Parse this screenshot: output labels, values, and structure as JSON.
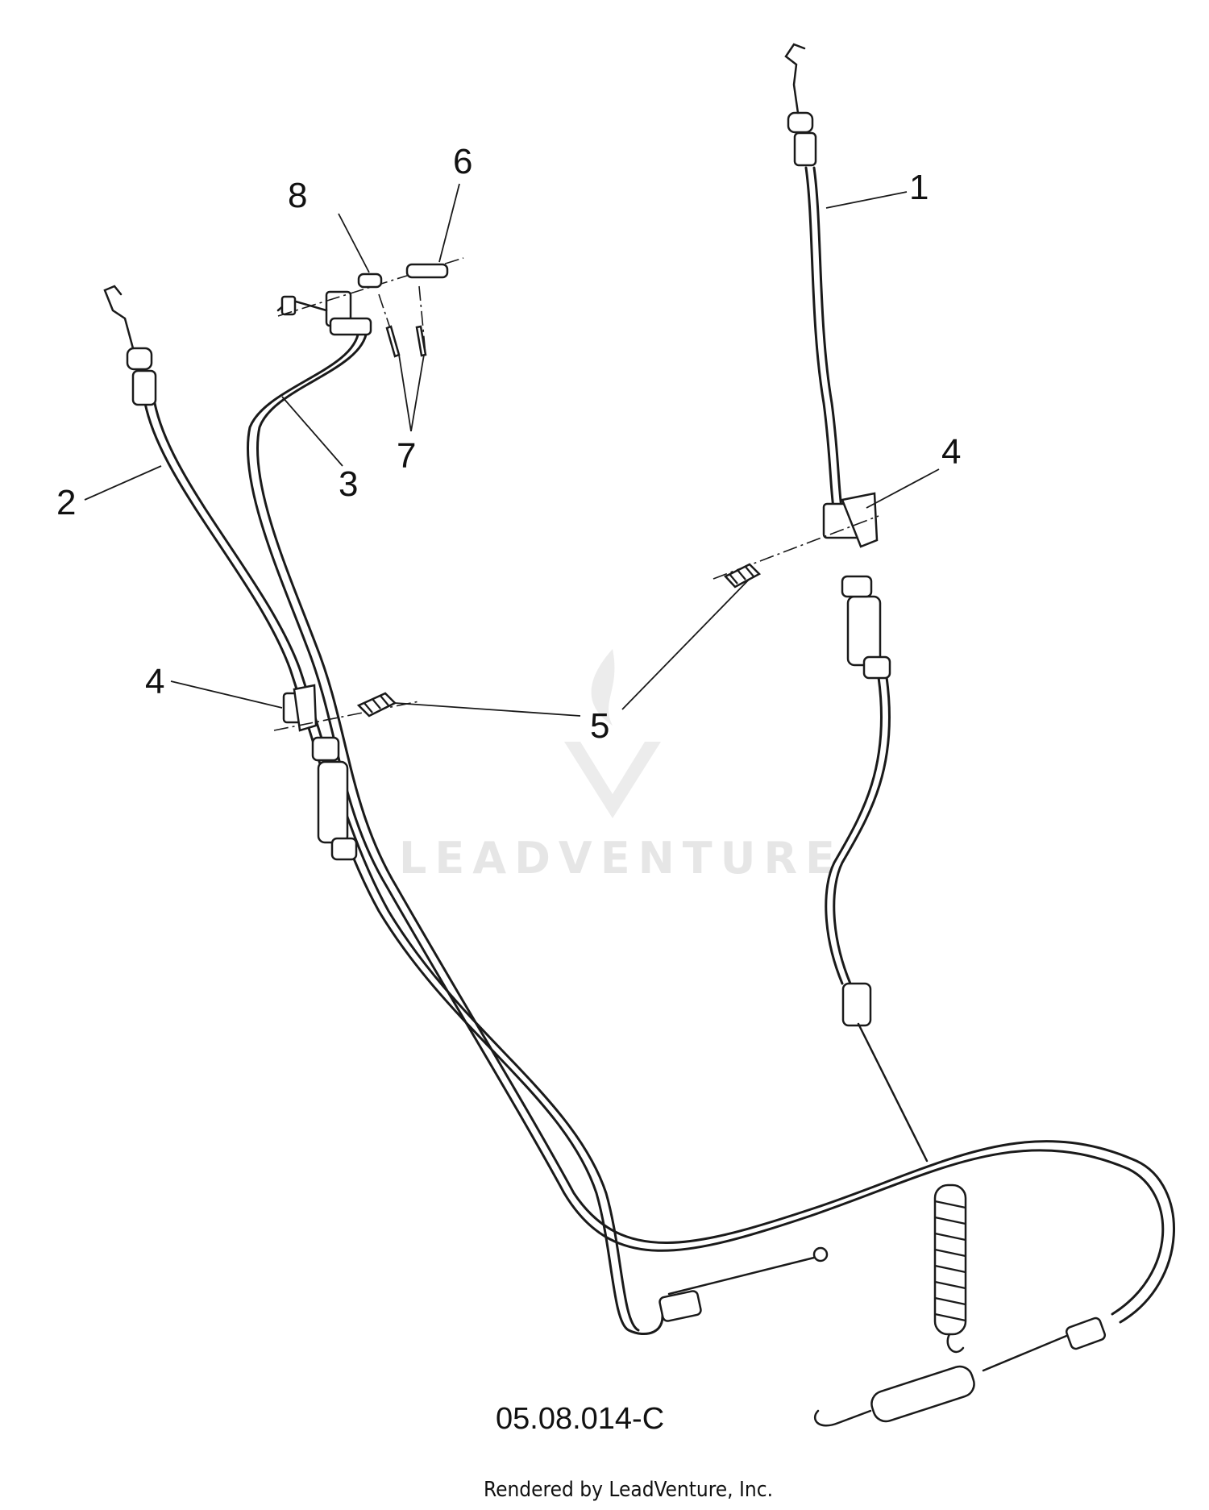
{
  "callouts": {
    "c1": "1",
    "c2": "2",
    "c3": "3",
    "c4a": "4",
    "c4b": "4",
    "c5": "5",
    "c6": "6",
    "c7": "7",
    "c8": "8"
  },
  "drawing_code": "05.08.014-C",
  "footer": "Rendered by LeadVenture, Inc.",
  "watermark": "LEADVENTURE"
}
